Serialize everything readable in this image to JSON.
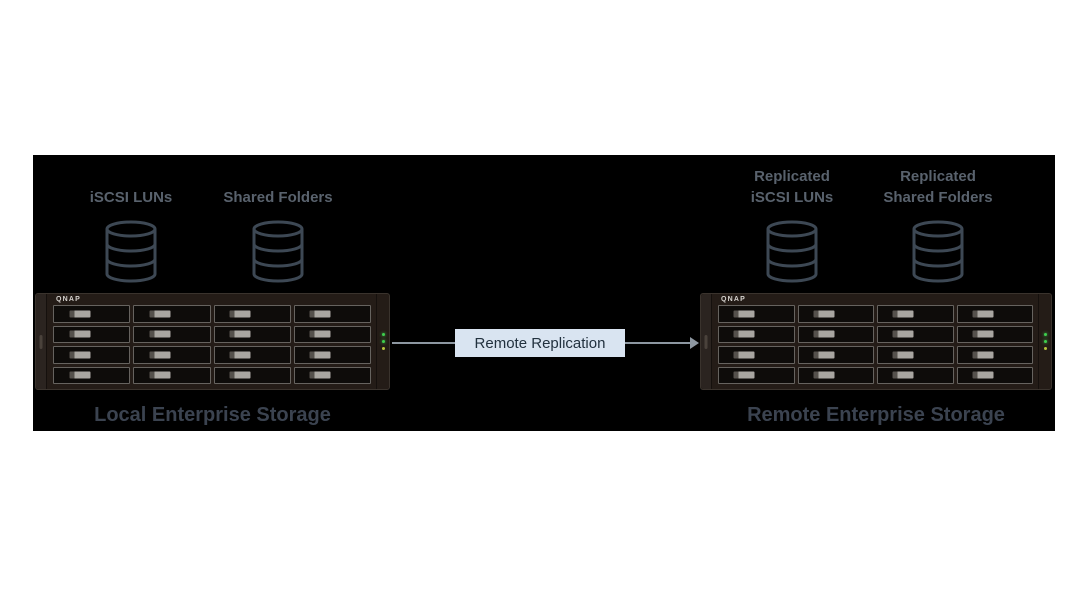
{
  "labels": {
    "iscsi_luns": "iSCSI LUNs",
    "shared_folders": "Shared Folders",
    "replicated_iscsi_luns": "Replicated\niSCSI LUNs",
    "replicated_shared_folders": "Replicated\nShared Folders"
  },
  "server": {
    "brand": "QNAP",
    "drive_bay_count": 16,
    "drive_bay_grid": "4x4"
  },
  "arrow": {
    "label": "Remote Replication"
  },
  "titles": {
    "local": "Local Enterprise Storage",
    "remote": "Remote Enterprise Storage"
  },
  "colors": {
    "panel_background": "#000000",
    "page_background": "#ffffff",
    "label_text": "#59626d",
    "title_text": "#3b4350",
    "cylinder_stroke": "#3d4854",
    "arrow": "#8d97a1",
    "arrow_label_background": "#d9e4f1",
    "arrow_label_text": "#22313f",
    "chassis": "#241c17",
    "led_green": "#3ecf4e"
  }
}
